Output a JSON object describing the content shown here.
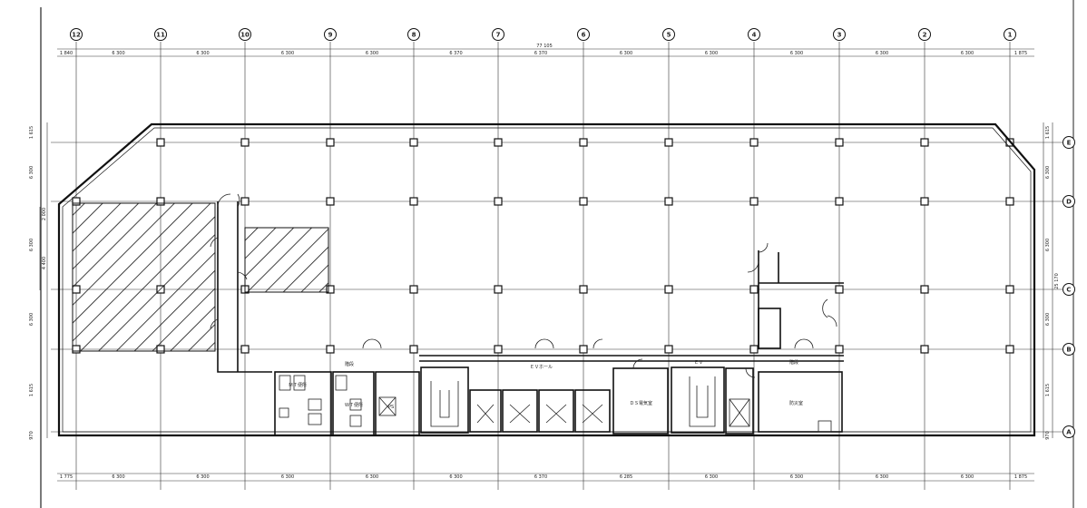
{
  "columns": [
    "12",
    "11",
    "10",
    "9",
    "8",
    "7",
    "6",
    "5",
    "4",
    "3",
    "2",
    "1"
  ],
  "rows": [
    "E",
    "D",
    "C",
    "B",
    "A"
  ],
  "top_dims": {
    "total": "77 105",
    "spans": [
      "1 840",
      "6 300",
      "6 300",
      "6 300",
      "6 300",
      "6 370",
      "6 370",
      "6 300",
      "6 300",
      "6 300",
      "6 300",
      "6 300",
      "1 875"
    ]
  },
  "bottom_dims": {
    "spans": [
      "1 775",
      "6 300",
      "6 300",
      "6 300",
      "6 300",
      "6 300",
      "6 370",
      "6 285",
      "6 300",
      "6 300",
      "6 300",
      "6 300",
      "1 875"
    ]
  },
  "left_dims": {
    "spans": [
      "1 615",
      "6 300",
      "6 300",
      "6 300",
      "1 615",
      "970"
    ],
    "partial": [
      "2 000",
      "4 400"
    ]
  },
  "right_dims": {
    "total": "25 170",
    "spans": [
      "1 615",
      "6 300",
      "6 300",
      "6 300",
      "1 615",
      "970"
    ]
  },
  "room_labels": {
    "toilet_men": "ＭＴ便所",
    "toilet_women": "ＷＴ便所",
    "elev_hall": "ＥＶホール",
    "utility_room": "ＤＳ電気室",
    "mgmt_room": "防災室",
    "stair_left": "階段",
    "stair_right": "階段",
    "stair_mid": "ＥＶ",
    "ps": "PS"
  }
}
